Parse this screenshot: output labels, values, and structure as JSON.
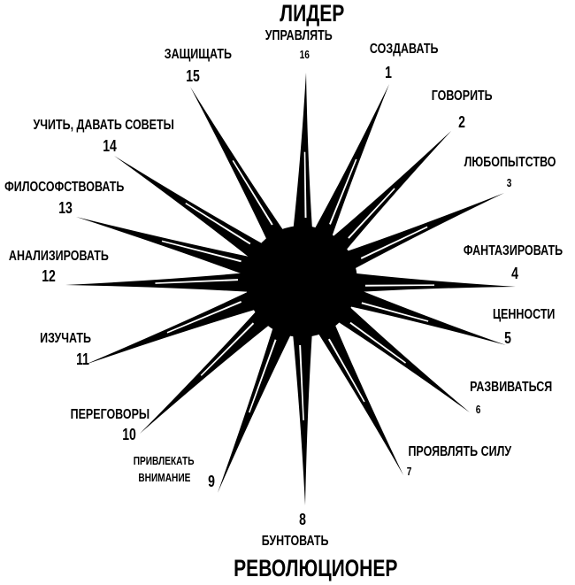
{
  "top_title": "ЛИДЕР",
  "bottom_title": "РЕВОЛЮЦИОНЕР",
  "colors": {
    "ink": "#000000",
    "background": "#ffffff"
  },
  "rays": [
    {
      "number": "1",
      "label": "СОЗДАВАТЬ"
    },
    {
      "number": "2",
      "label": "ГОВОРИТЬ"
    },
    {
      "number": "3",
      "label": "ЛЮБОПЫТСТВО"
    },
    {
      "number": "4",
      "label": "ФАНТАЗИРОВАТЬ"
    },
    {
      "number": "5",
      "label": "ЦЕННОСТИ"
    },
    {
      "number": "6",
      "label": "РАЗВИВАТЬСЯ"
    },
    {
      "number": "7",
      "label": "ПРОЯВЛЯТЬ СИЛУ"
    },
    {
      "number": "8",
      "label": "БУНТОВАТЬ"
    },
    {
      "number": "9",
      "label": "ПРИВЛЕКАТЬ ВНИМАНИЕ",
      "label_lines": [
        "ПРИВЛЕКАТЬ",
        "ВНИМАНИЕ"
      ]
    },
    {
      "number": "10",
      "label": "ПЕРЕГОВОРЫ"
    },
    {
      "number": "11",
      "label": "ИЗУЧАТЬ"
    },
    {
      "number": "12",
      "label": "АНАЛИЗИРОВАТЬ"
    },
    {
      "number": "13",
      "label": "ФИЛОСОФСТВОВАТЬ"
    },
    {
      "number": "14",
      "label": "УЧИТЬ, ДАВАТЬ СОВЕТЫ"
    },
    {
      "number": "15",
      "label": "ЗАЩИЩАТЬ"
    },
    {
      "number": "16",
      "label": "УПРАВЛЯТЬ"
    }
  ]
}
